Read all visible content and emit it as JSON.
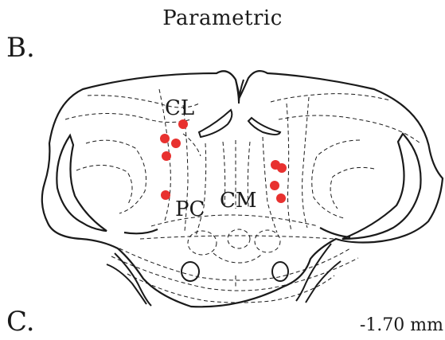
{
  "figure": {
    "title": "Parametric",
    "panels": {
      "current": "B.",
      "next": "C."
    },
    "section_coordinate": "-1.70 mm"
  },
  "atlas": {
    "region_labels": {
      "cl": "CL",
      "pc": "PC",
      "cm": "CM"
    },
    "marker_color": "#e8312f",
    "line_color": "#1a1a1a",
    "markers": {
      "left": [
        {
          "site": "CL"
        },
        {
          "site": "CL"
        },
        {
          "site": "CL"
        },
        {
          "site": "CL"
        },
        {
          "site": "PC"
        }
      ],
      "right": [
        {
          "site": "CM"
        },
        {
          "site": "CM"
        },
        {
          "site": "CM"
        },
        {
          "site": "CM"
        }
      ]
    }
  }
}
